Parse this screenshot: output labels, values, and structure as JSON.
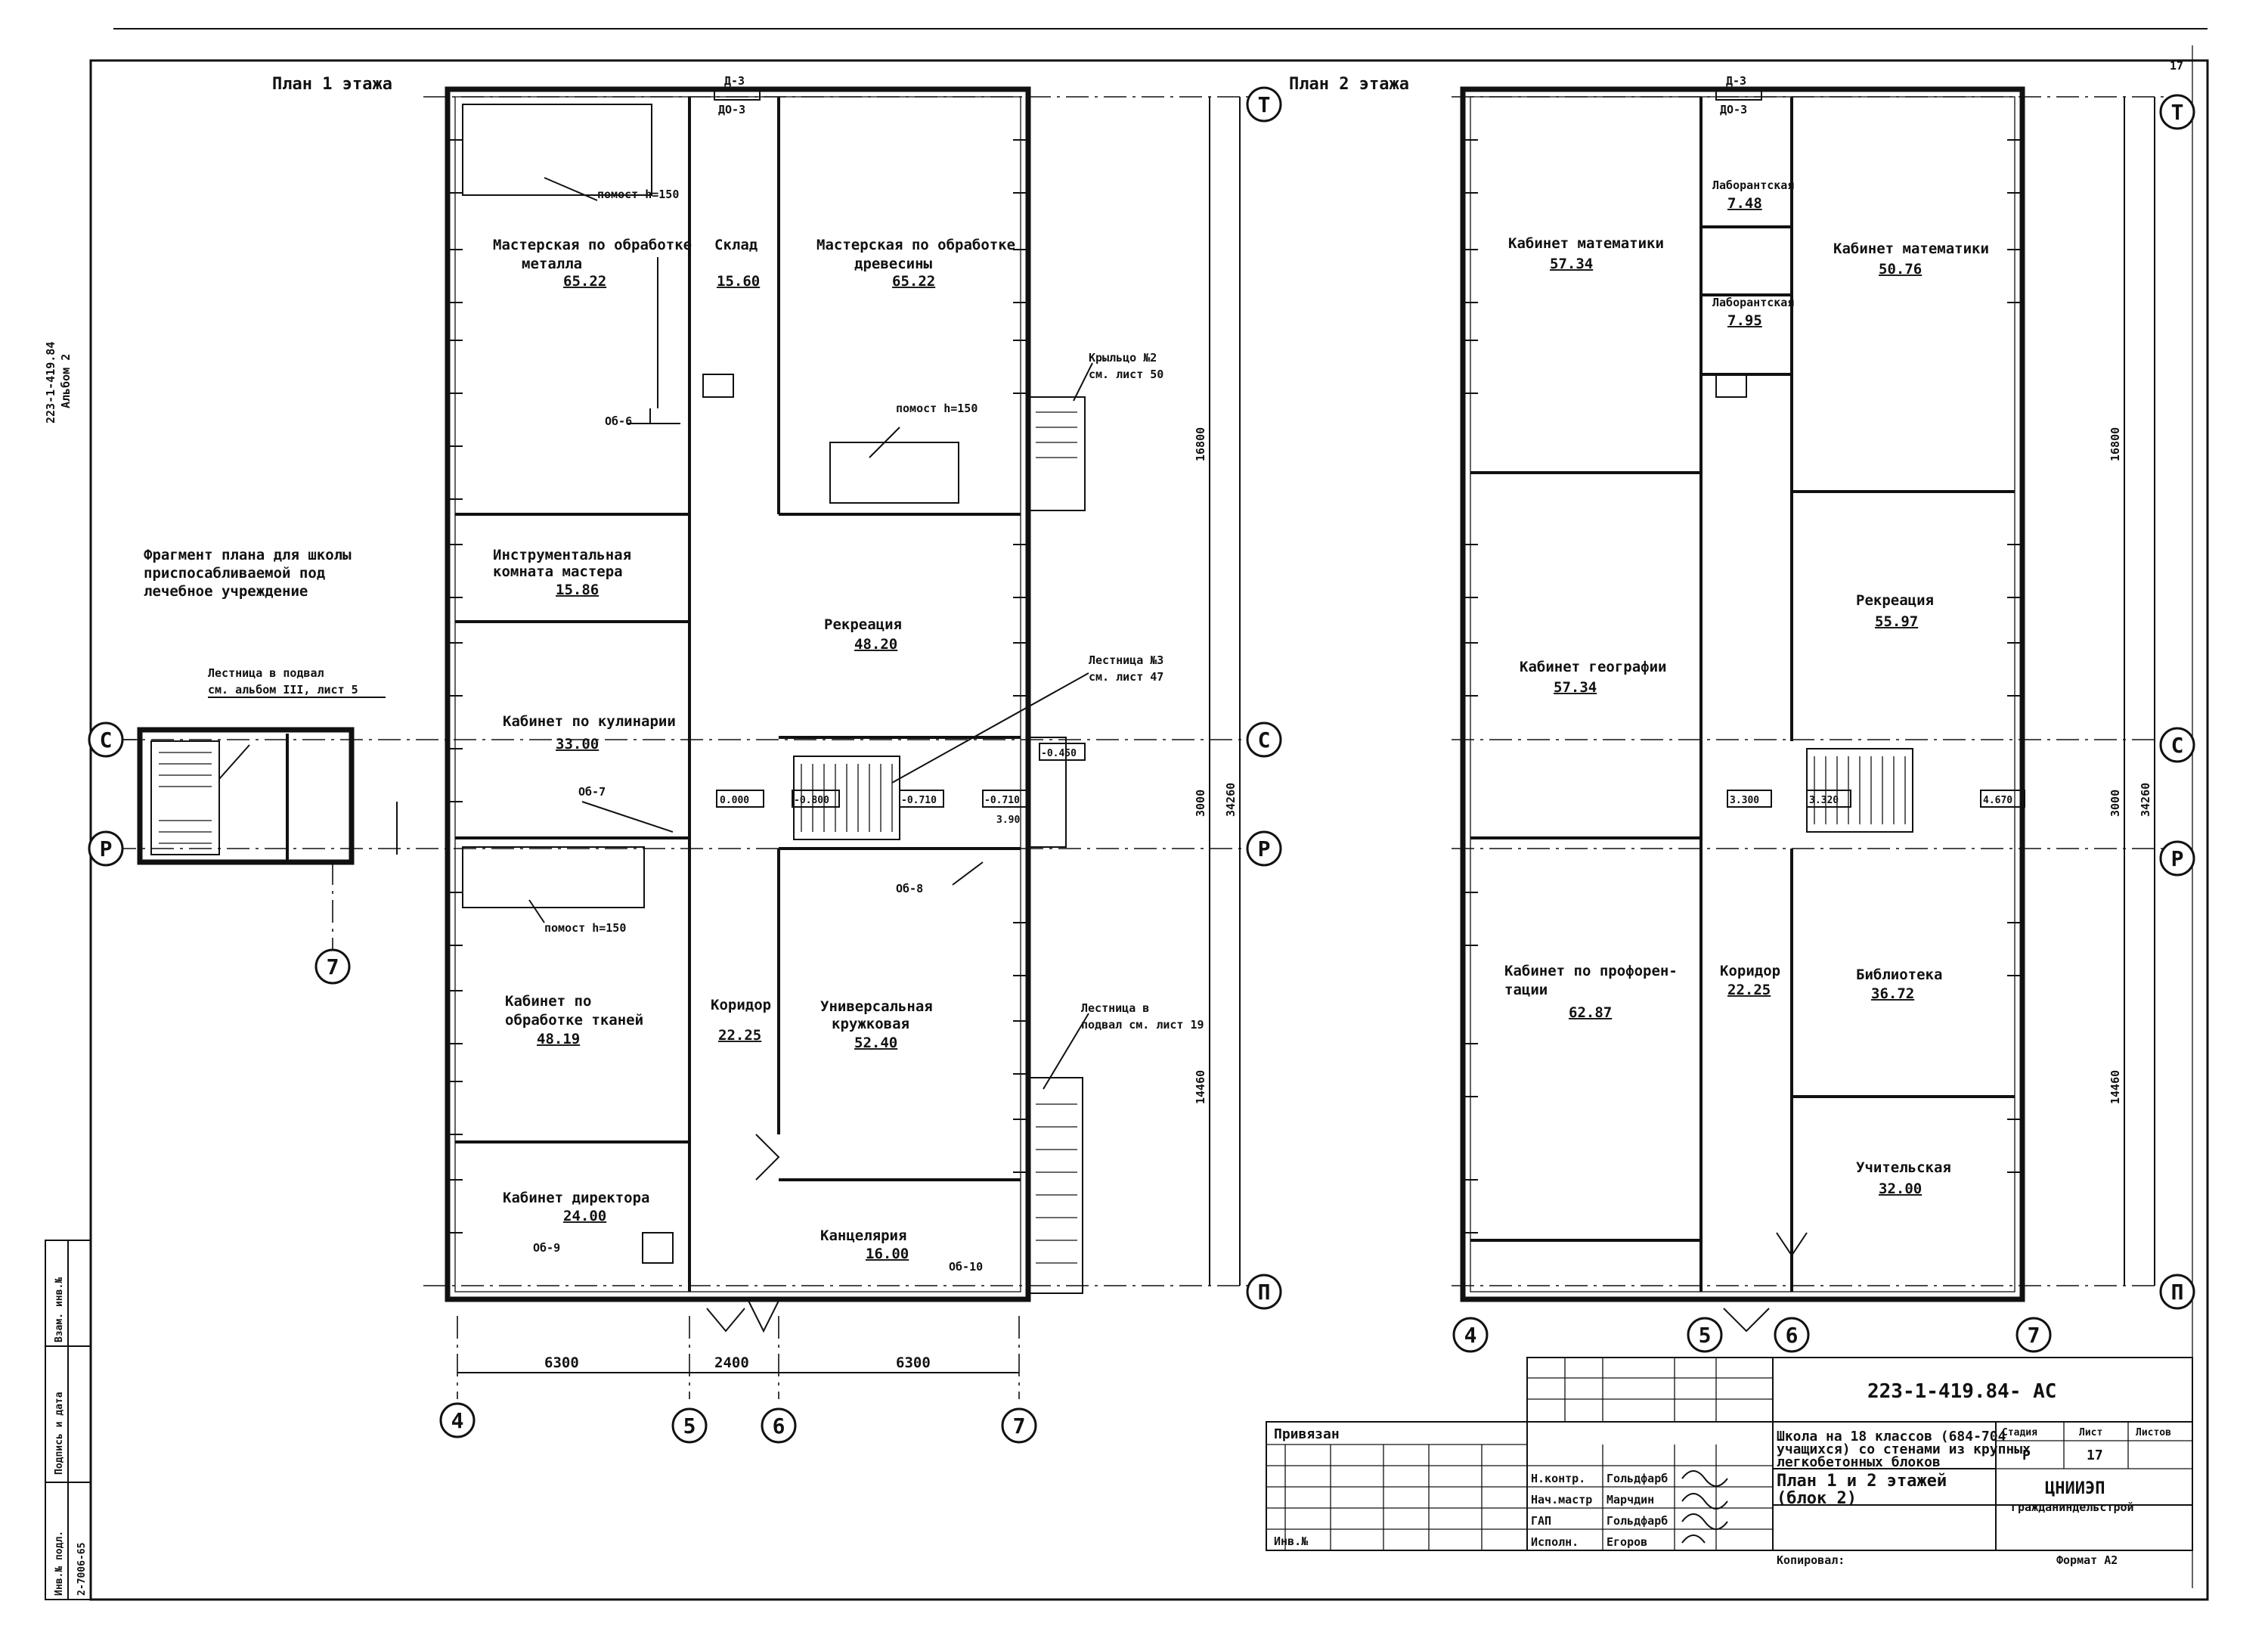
{
  "plans": {
    "floor1_title": "План 1 этажа",
    "floor2_title": "План 2 этажа"
  },
  "axes": {
    "T": "Т",
    "C": "С",
    "P": "Р",
    "Pi": "П",
    "a4": "4",
    "a5": "5",
    "a6": "6",
    "a7": "7"
  },
  "floor1": {
    "rooms": [
      {
        "name": "Мастерская по обработке металла",
        "line1": "Мастерская по обработке",
        "line2": "металла",
        "area": "65.22"
      },
      {
        "name": "Склад",
        "line1": "Склад",
        "line2": "",
        "area": "15.60"
      },
      {
        "name": "Мастерская по обработке древесины",
        "line1": "Мастерская по обработке",
        "line2": "древесины",
        "area": "65.22"
      },
      {
        "name": "Инструментальная комната мастера",
        "line1": "Инструментальная",
        "line2": "комната мастера",
        "area": "15.86"
      },
      {
        "name": "Рекреация",
        "line1": "Рекреация",
        "line2": "",
        "area": "48.20"
      },
      {
        "name": "Кабинет по кулинарии",
        "line1": "Кабинет по кулинарии",
        "line2": "",
        "area": "33.00"
      },
      {
        "name": "Кабинет по обработке тканей",
        "line1": "Кабинет по",
        "line2": "обработке тканей",
        "area": "48.19"
      },
      {
        "name": "Коридор",
        "line1": "Коридор",
        "line2": "",
        "area": "22.25"
      },
      {
        "name": "Универсальная кружковая",
        "line1": "Универсальная",
        "line2": "кружковая",
        "area": "52.40"
      },
      {
        "name": "Кабинет директора",
        "line1": "Кабинет директора",
        "line2": "",
        "area": "24.00"
      },
      {
        "name": "Канцелярия",
        "line1": "Канцелярия",
        "line2": "",
        "area": "16.00"
      }
    ],
    "notes": {
      "podium1": "помост h=150",
      "podium2": "помост h=150",
      "podium3": "помост h=150",
      "porch": "Крыльцо №2",
      "porch_ref": "см. лист 50",
      "stair3": "Лестница №3",
      "stair3_ref": "см. лист 47",
      "stair_basement": "Лестница в",
      "stair_basement_ref": "подвал см. лист 19",
      "ob6": "Об-6",
      "ob7": "Об-7",
      "ob8": "Об-8",
      "ob9": "Об-9",
      "ob10": "Об-10",
      "d3": "Д-3",
      "do3": "ДО-3",
      "lvl0": "0.000",
      "lvl1": "-0.800",
      "lvl2": "-0.710",
      "lvl3": "-0.710",
      "lvl4": "3.90",
      "lvl5": "-0.450"
    },
    "dims": {
      "d1": "6300",
      "d2": "2400",
      "d3": "6300",
      "h1": "16800",
      "h2": "3000",
      "h3": "34260",
      "h4": "14460"
    }
  },
  "floor2": {
    "rooms": [
      {
        "name": "Кабинет математики",
        "line1": "Кабинет математики",
        "line2": "",
        "area": "57.34"
      },
      {
        "name": "Лаборантская",
        "line1": "Лаборантская",
        "line2": "",
        "area": "7.48"
      },
      {
        "name": "Лаборантская",
        "line1": "Лаборантская",
        "line2": "",
        "area": "7.95"
      },
      {
        "name": "Кабинет математики",
        "line1": "Кабинет математики",
        "line2": "",
        "area": "50.76"
      },
      {
        "name": "Рекреация",
        "line1": "Рекреация",
        "line2": "",
        "area": "55.97"
      },
      {
        "name": "Кабинет географии",
        "line1": "Кабинет географии",
        "line2": "",
        "area": "57.34"
      },
      {
        "name": "Кабинет по профориентации",
        "line1": "Кабинет по профорен-",
        "line2": "тации",
        "area": "62.87"
      },
      {
        "name": "Коридор",
        "line1": "Коридор",
        "line2": "",
        "area": "22.25"
      },
      {
        "name": "Библиотека",
        "line1": "Библиотека",
        "line2": "",
        "area": "36.72"
      },
      {
        "name": "Учительская",
        "line1": "Учительская",
        "line2": "",
        "area": "32.00"
      }
    ],
    "notes": {
      "lvl1": "3.300",
      "lvl2": "3.320",
      "lvl3": "4.670",
      "d3": "Д-3",
      "do3": "ДО-3"
    },
    "dims": {
      "h1": "16800",
      "h2": "3000",
      "h3": "34260",
      "h4": "14460"
    }
  },
  "fragment": {
    "title1": "Фрагмент плана для школы",
    "title2": "приспосабливаемой под",
    "title3": "лечебное учреждение",
    "stair": "Лестница в подвал",
    "stair_ref": "см. альбом III, лист 5"
  },
  "side_stamp": {
    "code": "223-1-419.84",
    "album": "Альбом 2"
  },
  "left_strip": {
    "inv_orig": "Инв.№ подл.",
    "sign_date": "Подпись и дата",
    "replace_inv": "Взам. инв.№",
    "doc_no": "2-7006-65"
  },
  "title_block": {
    "doc_code": "223-1-419.84-  АС",
    "project": "Школа на 18 классов (684-704",
    "project2": "учащихся) со стенами из крупных",
    "project3": "легкобетонных блоков",
    "sheet_title": "План 1 и 2 этажей",
    "sheet_sub": "(блок 2)",
    "stage_h": "Стадия",
    "sheet_h": "Лист",
    "sheets_h": "Листов",
    "stage": "Р",
    "sheet": "17",
    "org": "ЦНИИЭП",
    "org2": "гражданиндельстрой",
    "tied": "Привязан",
    "inv": "Инв.№",
    "role1": "Н.контр.",
    "name1": "Гольдфарб",
    "role2": "Нач.мастр",
    "name2": "Марчдин",
    "role3": "ГАП",
    "name3": "Гольдфарб",
    "role4": "Исполн.",
    "name4": "Егоров",
    "copied": "Копировал:",
    "format": "Формат А2",
    "page_no": "17"
  }
}
